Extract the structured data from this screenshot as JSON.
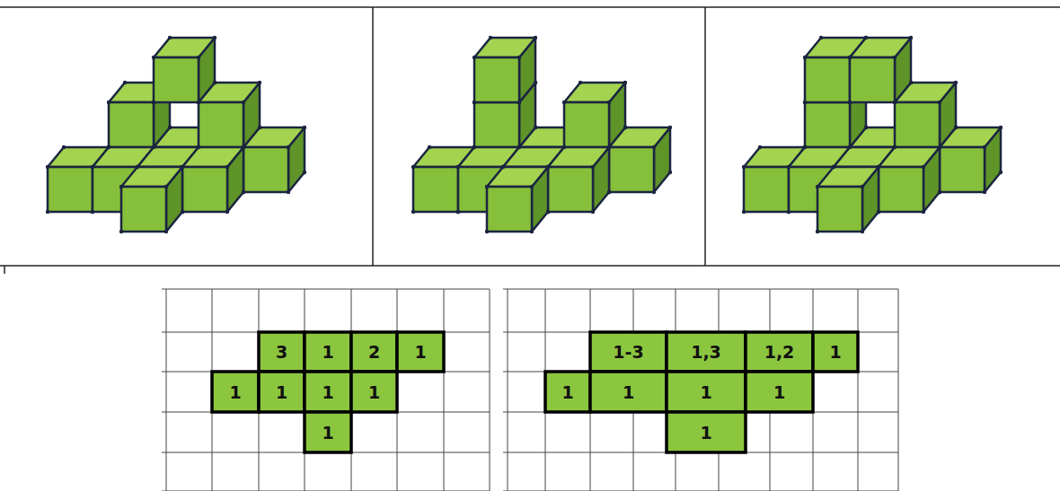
{
  "diagram": {
    "labels": [
      "3",
      "1",
      "2",
      "1",
      "1",
      "1",
      "1",
      "1",
      "1",
      "1-3",
      "1,3",
      "1,2",
      "1",
      "1",
      "1",
      "1",
      "1",
      "1"
    ]
  }
}
